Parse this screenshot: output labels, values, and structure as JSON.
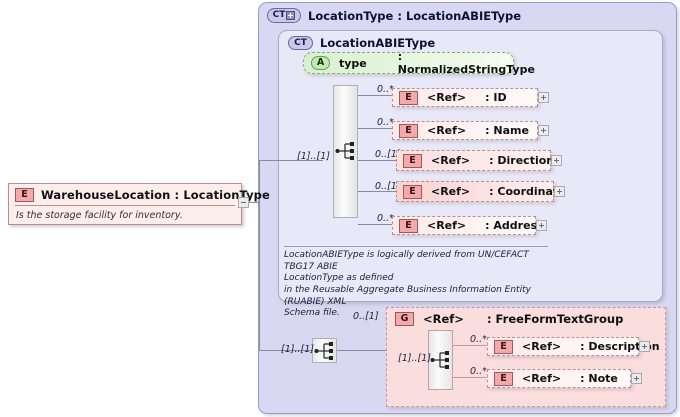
{
  "diagram": {
    "kind": "xml-schema-diagram",
    "root_element": {
      "badge": "E",
      "badge_name": "element-badge",
      "title": "WarehouseLocation : LocationType",
      "documentation": "Is the storage facility for inventory.",
      "collapse_control": "collapse-icon"
    },
    "complex_type_outer": {
      "badge": "CT",
      "badge_icon": "ct-plus-icon",
      "title": "LocationType : LocationABIEType"
    },
    "complex_type_inner": {
      "badge": "CT",
      "title": "LocationABIEType",
      "documentation": "LocationABIEType is logically derived from UN/CEFACT TBG17 ABIE\nLocationType as defined\nin the Reusable Aggregate Business Information Entity (RUABIE) XML\nSchema file."
    },
    "attribute": {
      "badge": "A",
      "name": "type",
      "type": ": NormalizedStringType"
    },
    "sequence_main": {
      "cardinality": "[1]..[1]",
      "icon": "sequence-icon"
    },
    "elements": [
      {
        "badge": "E",
        "cardinality": "0..*",
        "label": "<Ref>",
        "type": ": ID",
        "expand": "+"
      },
      {
        "badge": "E",
        "cardinality": "0..*",
        "label": "<Ref>",
        "type": ": Name",
        "expand": "+"
      },
      {
        "badge": "E",
        "cardinality": "0..[1]",
        "label": "<Ref>",
        "type": ": Directions",
        "expand": "+"
      },
      {
        "badge": "E",
        "cardinality": "0..[1]",
        "label": "<Ref>",
        "type": ": Coordinate",
        "expand": "+"
      },
      {
        "badge": "E",
        "cardinality": "0..*",
        "label": "<Ref>",
        "type": ": Address",
        "expand": "+"
      }
    ],
    "sequence_group": {
      "cardinality": "[1]..[1]",
      "icon": "sequence-icon"
    },
    "group": {
      "badge": "G",
      "cardinality": "0..[1]",
      "label": "<Ref>",
      "type": ": FreeFormTextGroup",
      "inner_sequence": {
        "cardinality": "[1]..[1]",
        "icon": "sequence-icon"
      },
      "elements": [
        {
          "badge": "E",
          "cardinality": "0..*",
          "label": "<Ref>",
          "type": ": Description",
          "expand": "+"
        },
        {
          "badge": "E",
          "cardinality": "0..*",
          "label": "<Ref>",
          "type": ": Note",
          "expand": "+"
        }
      ]
    },
    "colors": {
      "element_fill": "#fdeeee",
      "element_border": "#c08c8c",
      "complex_outer_fill": "#d8d8f2",
      "complex_inner_fill": "#e8e8f8",
      "attribute_fill": "#d9f0cf",
      "group_fill": "#fadddd",
      "connector": "#8a8a9e"
    }
  }
}
